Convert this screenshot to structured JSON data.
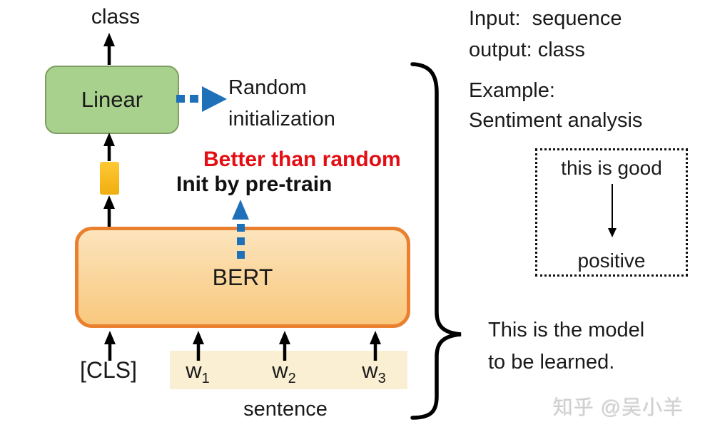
{
  "diagram": {
    "class_label": "class",
    "linear_label": "Linear",
    "bert_label": "BERT",
    "cls_label": "[CLS]",
    "tokens": [
      {
        "base": "w",
        "sub": "1"
      },
      {
        "base": "w",
        "sub": "2"
      },
      {
        "base": "w",
        "sub": "3"
      }
    ],
    "sentence_label": "sentence",
    "random_line1": "Random",
    "random_line2": "initialization",
    "better_than_random": "Better than random",
    "init_by_pretrain": "Init by pre-train"
  },
  "side_notes": {
    "input_line": "Input:  sequence",
    "output_line": "output: class",
    "example_line1": "Example:",
    "example_line2": "Sentiment analysis",
    "model_line1": "This is the model",
    "model_line2": "to be learned."
  },
  "example_box": {
    "input_text": "this is good",
    "output_text": "positive"
  },
  "watermark": "知乎 @吴小羊",
  "icons": {
    "black_arrows": "up-arrow-icon",
    "blue_dashed": "dashed-arrow-icon",
    "brace": "curly-brace-icon"
  },
  "colors": {
    "green-fill": "#a9d18e",
    "green-border": "#7f9e63",
    "orange-border": "#e8802f",
    "orange-fill-top": "#fce4bc",
    "orange-fill-bottom": "#f9c87d",
    "gold": "#f0ae10",
    "highlight": "#faefd2",
    "blue": "#1e71b8",
    "red": "#e30d13",
    "watermark-gray": "#cfcfcf"
  }
}
